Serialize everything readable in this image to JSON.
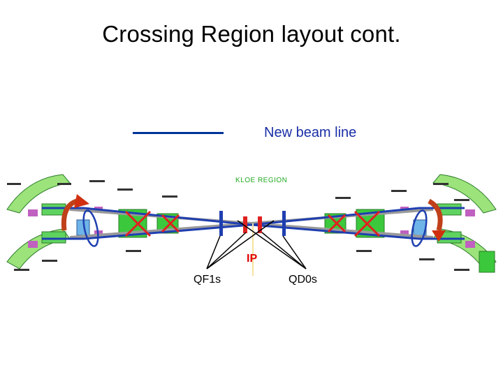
{
  "title": "Crossing Region layout cont.",
  "legend": {
    "label": "New beam line",
    "color": "#003399"
  },
  "region_label": "KLOE REGION",
  "labels": {
    "ip": "IP",
    "qf1": "QF1s",
    "qd0": "QD0s"
  },
  "colors": {
    "beam": "#1f3fb0",
    "cross": "#e02020",
    "arrow": "#d03010",
    "magnet": "#2ecc40",
    "ip": "#e00000"
  }
}
